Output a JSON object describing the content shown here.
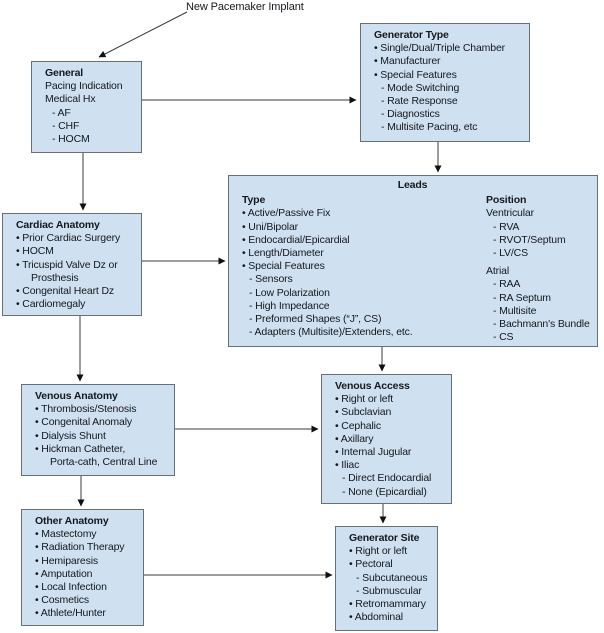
{
  "diagram": {
    "label": "New Pacemaker Implant",
    "colors": {
      "background": "#ffffff",
      "box_fill": "#cfe1f1",
      "box_border": "#667078",
      "line": "#3b3b3b",
      "arrowhead": "#111111",
      "text": "#14181c"
    },
    "glyphs": {
      "bullet": "•",
      "dash": "-"
    },
    "boxes": {
      "general": {
        "title": "General",
        "lines": [
          {
            "k": "plain",
            "t": "Pacing Indication"
          },
          {
            "k": "plain",
            "t": "Medical Hx"
          },
          {
            "k": "dash",
            "t": "AF"
          },
          {
            "k": "dash",
            "t": "CHF"
          },
          {
            "k": "dash",
            "t": "HOCM"
          }
        ]
      },
      "generator_type": {
        "title": "Generator Type",
        "lines": [
          {
            "k": "bullet",
            "t": "Single/Dual/Triple Chamber"
          },
          {
            "k": "bullet",
            "t": "Manufacturer"
          },
          {
            "k": "bullet",
            "t": "Special Features"
          },
          {
            "k": "dash",
            "t": "Mode Switching"
          },
          {
            "k": "dash",
            "t": "Rate Response"
          },
          {
            "k": "dash",
            "t": "Diagnostics"
          },
          {
            "k": "dash",
            "t": "Multisite Pacing, etc"
          }
        ]
      },
      "leads": {
        "title": "Leads",
        "center_title": true,
        "columns": [
          {
            "heading": "Type",
            "lines": [
              {
                "k": "bullet",
                "t": "Active/Passive Fix"
              },
              {
                "k": "bullet",
                "t": "Uni/Bipolar"
              },
              {
                "k": "bullet",
                "t": "Endocardial/Epicardial"
              },
              {
                "k": "bullet",
                "t": "Length/Diameter"
              },
              {
                "k": "bullet",
                "t": "Special Features"
              },
              {
                "k": "dash",
                "t": "Sensors"
              },
              {
                "k": "dash",
                "t": "Low Polarization"
              },
              {
                "k": "dash",
                "t": "High Impedance"
              },
              {
                "k": "dash",
                "t": "Preformed Shapes (“J”, CS)"
              },
              {
                "k": "dash",
                "t": "Adapters (Multisite)/Extenders, etc."
              }
            ]
          },
          {
            "heading": "Position",
            "lines": [
              {
                "k": "plain",
                "t": "Ventricular"
              },
              {
                "k": "dash",
                "t": "RVA"
              },
              {
                "k": "dash",
                "t": "RVOT/Septum"
              },
              {
                "k": "dash",
                "t": "LV/CS"
              },
              {
                "k": "gap",
                "t": ""
              },
              {
                "k": "plain",
                "t": "Atrial"
              },
              {
                "k": "dash",
                "t": "RAA"
              },
              {
                "k": "dash",
                "t": "RA Septum"
              },
              {
                "k": "dash",
                "t": "Multisite"
              },
              {
                "k": "dash",
                "t": "Bachmann's Bundle"
              },
              {
                "k": "dash",
                "t": "CS"
              }
            ]
          }
        ]
      },
      "cardiac_anatomy": {
        "title": "Cardiac Anatomy",
        "lines": [
          {
            "k": "bullet",
            "t": "Prior Cardiac Surgery"
          },
          {
            "k": "bullet",
            "t": "HOCM"
          },
          {
            "k": "bullet",
            "t": "Tricuspid Valve Dz or"
          },
          {
            "k": "cont",
            "t": "Prosthesis"
          },
          {
            "k": "bullet",
            "t": "Congenital Heart Dz"
          },
          {
            "k": "bullet",
            "t": "Cardiomegaly"
          }
        ]
      },
      "venous_anatomy": {
        "title": "Venous Anatomy",
        "lines": [
          {
            "k": "bullet",
            "t": "Thrombosis/Stenosis"
          },
          {
            "k": "bullet",
            "t": "Congenital Anomaly"
          },
          {
            "k": "bullet",
            "t": "Dialysis Shunt"
          },
          {
            "k": "bullet",
            "t": "Hickman Catheter,"
          },
          {
            "k": "cont",
            "t": "Porta-cath, Central Line"
          }
        ]
      },
      "venous_access": {
        "title": "Venous Access",
        "lines": [
          {
            "k": "bullet",
            "t": "Right or left"
          },
          {
            "k": "bullet",
            "t": "Subclavian"
          },
          {
            "k": "bullet",
            "t": "Cephalic"
          },
          {
            "k": "bullet",
            "t": "Axillary"
          },
          {
            "k": "bullet",
            "t": "Internal Jugular"
          },
          {
            "k": "bullet",
            "t": "Iliac"
          },
          {
            "k": "dash",
            "t": "Direct Endocardial"
          },
          {
            "k": "dash",
            "t": "None (Epicardial)"
          }
        ]
      },
      "other_anatomy": {
        "title": "Other Anatomy",
        "lines": [
          {
            "k": "bullet",
            "t": "Mastectomy"
          },
          {
            "k": "bullet",
            "t": "Radiation Therapy"
          },
          {
            "k": "bullet",
            "t": "Hemiparesis"
          },
          {
            "k": "bullet",
            "t": "Amputation"
          },
          {
            "k": "bullet",
            "t": "Local Infection"
          },
          {
            "k": "bullet",
            "t": "Cosmetics"
          },
          {
            "k": "bullet",
            "t": "Athlete/Hunter"
          }
        ]
      },
      "generator_site": {
        "title": "Generator Site",
        "lines": [
          {
            "k": "bullet",
            "t": "Right or left"
          },
          {
            "k": "bullet",
            "t": "Pectoral"
          },
          {
            "k": "dash",
            "t": "Subcutaneous"
          },
          {
            "k": "dash",
            "t": "Submuscular"
          },
          {
            "k": "bullet",
            "t": "Retromammary"
          },
          {
            "k": "bullet",
            "t": "Abdominal"
          }
        ]
      }
    }
  }
}
